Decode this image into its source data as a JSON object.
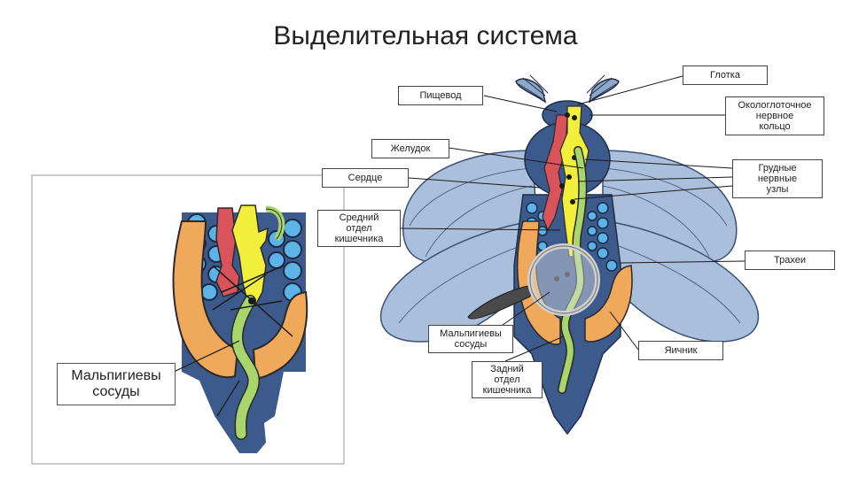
{
  "slide": {
    "title": "Выделительная система"
  },
  "labels": {
    "glotka": "Глотка",
    "pishchevod": "Пищевод",
    "okologlotochnoe": "Окологлоточное\nнервное\nкольцо",
    "zheludok": "Желудок",
    "grudnye": "Грудные\nнервные\nузлы",
    "serdtse": "Сердце",
    "sredniy": "Средний\nотдел\nкишечника",
    "trakhei": "Трахеи",
    "malpigievy_small": "Мальпигиевы\nсосуды",
    "yaichnik": "Яичник",
    "zadniy": "Задний\nотдел\nкишечника",
    "malpigievy_big": "Мальпигиевы\nсосуды"
  },
  "colors": {
    "body_blue": "#3c5a8c",
    "wing_blue": "#aabfdc",
    "orange": "#f0a85a",
    "yellow_nerve": "#f2ee3c",
    "green_gut": "#a8d66a",
    "red_heart": "#d9535a",
    "trachea_blue": "#5bb3e8"
  }
}
